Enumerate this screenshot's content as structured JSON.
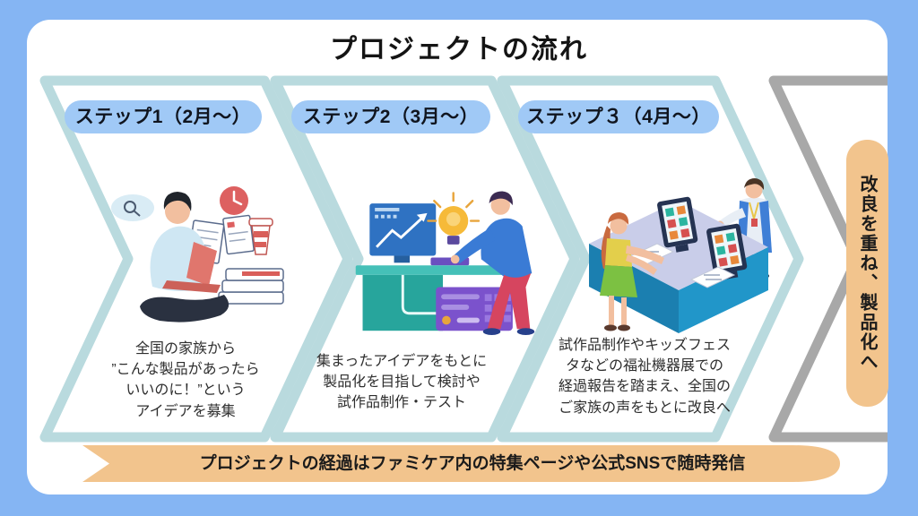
{
  "title": "プロジェクトの流れ",
  "colors": {
    "frame_blue": "#85b5f3",
    "canvas_white": "#ffffff",
    "chevron_teal": "#b9dade",
    "chevron_gray": "#a8a8a8",
    "step_pill_blue": "#a0c9f6",
    "banner_orange": "#f2c48d",
    "text_dark": "#1c1c1c"
  },
  "steps": [
    {
      "label": "ステップ1（2月〜）",
      "description": "全国の家族から\n”こんな製品があったら\nいいのに！”という\nアイデアを募集",
      "illustration": "person-collecting-ideas-on-laptop"
    },
    {
      "label": "ステップ2（3月〜）",
      "description": "集まったアイデアをもとに\n製品化を目指して検討や\n試作品制作・テスト",
      "illustration": "prototype-development-desk"
    },
    {
      "label": "ステップ３（4月〜）",
      "description": "試作品制作やキッズフェス\nタなどの福祉機器展での\n経過報告を踏まえ、全国の\nご家族の声をもとに改良へ",
      "illustration": "exhibition-booth-feedback"
    }
  ],
  "outcome_label": "改良を重ね、製品化へ",
  "footer_banner": "プロジェクトの経過はファミケア内の特集ページや公式SNSで随時発信"
}
